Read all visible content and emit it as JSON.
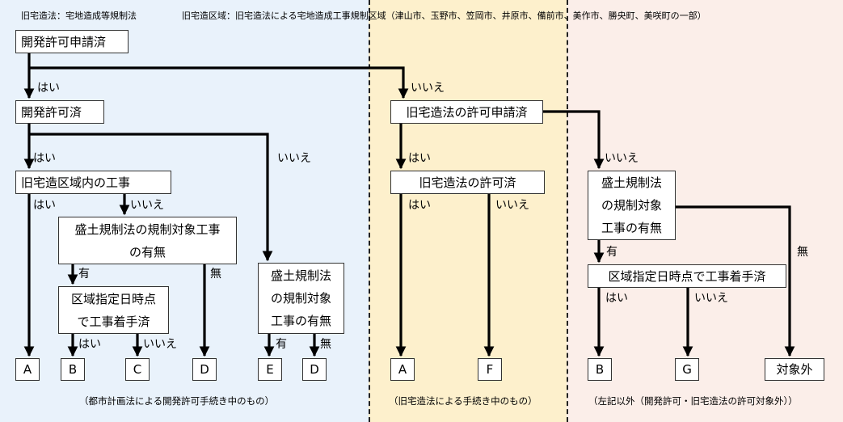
{
  "header": {
    "legend1": "旧宅造法：宅地造成等規制法",
    "legend2": "旧宅造区域：旧宅造法による宅地造成工事規制区域（津山市、玉野市、笠岡市、井原市、備前市、美作市、勝央町、美咲町の一部）"
  },
  "boxes": {
    "kaihatsu_applied": "開発許可申請済",
    "kaihatsu_permitted": "開発許可済",
    "kyutaku_area_work": "旧宅造区域内の工事",
    "morido_target_line1": "盛土規制法の規制対象工事",
    "morido_target_line2": "の有無",
    "kuiki_date_line1": "区域指定日時点",
    "kuiki_date_line2": "で工事着手済",
    "morido_mid_line1": "盛土規制法",
    "morido_mid_line2": "の規制対象",
    "morido_mid_line3": "工事の有無",
    "kyutaku_applied": "旧宅造法の許可申請済",
    "kyutaku_permitted": "旧宅造法の許可済",
    "morido_right_line1": "盛土規制法",
    "morido_right_line2": "の規制対象",
    "morido_right_line3": "工事の有無",
    "kuiki_date_right": "区域指定日時点で工事着手済"
  },
  "edge_labels": {
    "yes": "はい",
    "no": "いいえ",
    "ari": "有",
    "nashi": "無"
  },
  "results": {
    "a1": "A",
    "b1": "B",
    "c1": "C",
    "d1": "D",
    "e1": "E",
    "d2": "D",
    "a2": "A",
    "f1": "F",
    "b2": "B",
    "g1": "G",
    "out": "対象外"
  },
  "footer": {
    "left": "（都市計画法による開発許可手続き中のもの）",
    "mid": "（旧宅造法による手続き中のもの）",
    "right": "（左記以外（開発許可・旧宅造法の許可対象外））"
  }
}
